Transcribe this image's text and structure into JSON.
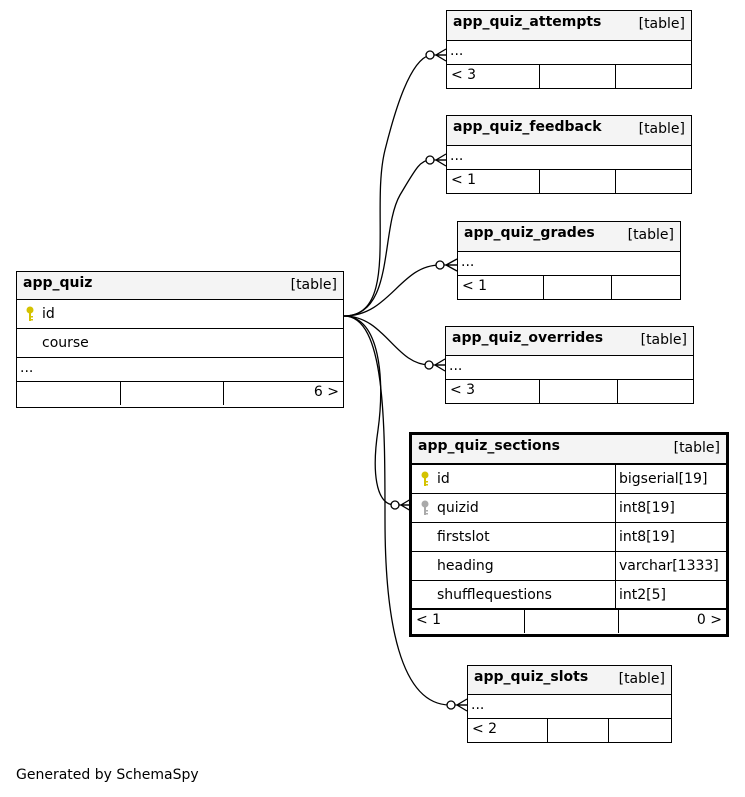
{
  "diagram": {
    "footer_text": "Generated by SchemaSpy",
    "tables": {
      "app_quiz": {
        "name": "app_quiz",
        "type": "[table]",
        "columns": [
          {
            "name": "id",
            "key": "primary"
          },
          {
            "name": "course",
            "key": "none"
          }
        ],
        "ellipsis": "...",
        "children_count": "6 >"
      },
      "app_quiz_attempts": {
        "name": "app_quiz_attempts",
        "type": "[table]",
        "ellipsis": "...",
        "parents_count": "< 3"
      },
      "app_quiz_feedback": {
        "name": "app_quiz_feedback",
        "type": "[table]",
        "ellipsis": "...",
        "parents_count": "< 1"
      },
      "app_quiz_grades": {
        "name": "app_quiz_grades",
        "type": "[table]",
        "ellipsis": "...",
        "parents_count": "< 1"
      },
      "app_quiz_overrides": {
        "name": "app_quiz_overrides",
        "type": "[table]",
        "ellipsis": "...",
        "parents_count": "< 3"
      },
      "app_quiz_sections": {
        "name": "app_quiz_sections",
        "type": "[table]",
        "columns": [
          {
            "name": "id",
            "type": "bigserial[19]",
            "key": "primary"
          },
          {
            "name": "quizid",
            "type": "int8[19]",
            "key": "foreign"
          },
          {
            "name": "firstslot",
            "type": "int8[19]",
            "key": "none"
          },
          {
            "name": "heading",
            "type": "varchar[1333]",
            "key": "none"
          },
          {
            "name": "shufflequestions",
            "type": "int2[5]",
            "key": "none"
          }
        ],
        "parents_count": "< 1",
        "children_count": "0 >"
      },
      "app_quiz_slots": {
        "name": "app_quiz_slots",
        "type": "[table]",
        "ellipsis": "...",
        "parents_count": "< 2"
      }
    },
    "relationships": [
      {
        "from": "app_quiz",
        "to": "app_quiz_attempts"
      },
      {
        "from": "app_quiz",
        "to": "app_quiz_feedback"
      },
      {
        "from": "app_quiz",
        "to": "app_quiz_grades"
      },
      {
        "from": "app_quiz",
        "to": "app_quiz_overrides"
      },
      {
        "from": "app_quiz",
        "to": "app_quiz_sections"
      },
      {
        "from": "app_quiz",
        "to": "app_quiz_slots"
      }
    ],
    "colors": {
      "primary_key": "#d4c200",
      "foreign_key": "#aaaaaa",
      "header_bg": "#f4f4f4"
    }
  }
}
